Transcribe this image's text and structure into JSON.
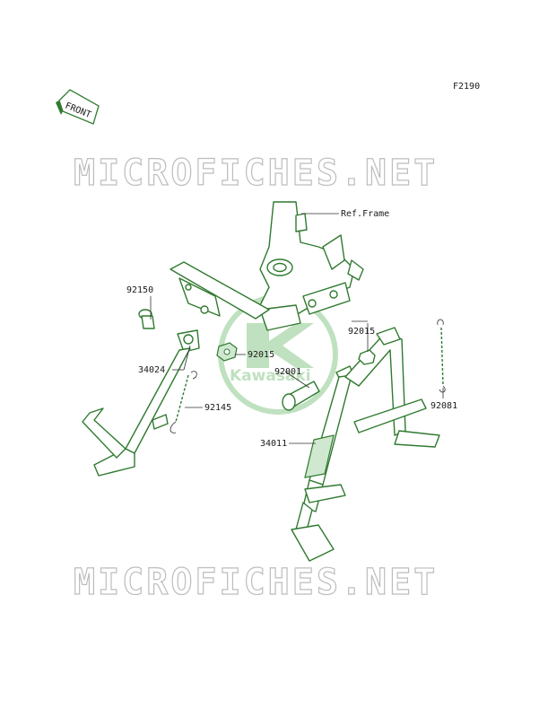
{
  "figure_code": "F2190",
  "front_label": "FRONT",
  "watermark": "MICROFICHES.NET",
  "logo_text": "Kawasaki",
  "reference": "Ref.Frame",
  "parts": {
    "p92150": "92150",
    "p92015_left": "92015",
    "p34024": "34024",
    "p92145": "92145",
    "p92015_right": "92015",
    "p92001": "92001",
    "p92081": "92081",
    "p34011": "34011"
  },
  "colors": {
    "line": "#2f7a2f",
    "fill": "#cfe8cf",
    "watermark": "#bdbdbd",
    "logo": "#8cc98c"
  }
}
